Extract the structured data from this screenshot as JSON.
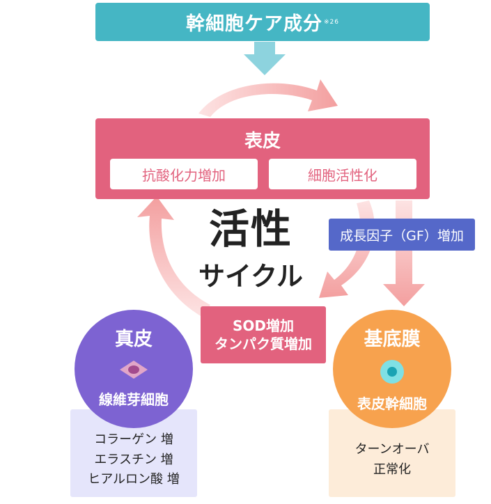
{
  "top_bar": {
    "title": "幹細胞ケア成分",
    "note": "※26"
  },
  "epidermis": {
    "title": "表皮",
    "items": [
      "抗酸化力増加",
      "細胞活性化"
    ]
  },
  "center": {
    "title": "活性",
    "subtitle": "サイクル"
  },
  "gf_label": "成長因子（GF）増加",
  "sod_box": {
    "lines": [
      "SOD増加",
      "タンパク質増加"
    ]
  },
  "dermis": {
    "title": "真皮",
    "cell": "線維芽細胞",
    "effects": [
      "コラーゲン 増",
      "エラスチン 増",
      "ヒアルロン酸 増"
    ]
  },
  "basement": {
    "title": "基底膜",
    "cell": "表皮幹細胞",
    "effects": [
      "ターンオーバ",
      "正常化"
    ]
  },
  "colors": {
    "teal": "#45b6c4",
    "pink": "#e2627e",
    "blue": "#5568c9",
    "purple": "#7d63d2",
    "orange": "#f7a24e",
    "arrow_pink": "#f5a9a9",
    "arrow_teal": "#8dd3de"
  }
}
